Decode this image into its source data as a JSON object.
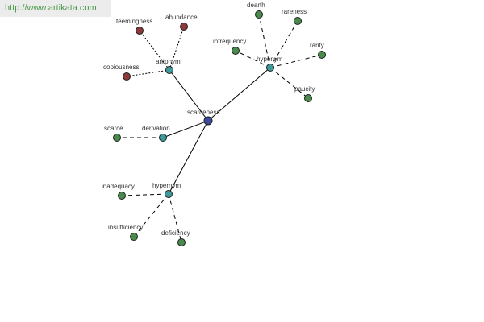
{
  "banner": {
    "url_text": "http://www.artikata.com"
  },
  "colors": {
    "center": "#3d4a9a",
    "relation": "#3e9a9a",
    "synonym": "#4a8a4a",
    "antonym_word": "#8a3a3a",
    "banner_text": "#4a9a4a",
    "banner_bg": "#ececec"
  },
  "graph": {
    "nodes": [
      {
        "id": "scarceness",
        "label": "scarceness",
        "kind": "center"
      },
      {
        "id": "antonym",
        "label": "antonym",
        "kind": "relation"
      },
      {
        "id": "hyponym",
        "label": "hyponym",
        "kind": "relation"
      },
      {
        "id": "derivation",
        "label": "derivation",
        "kind": "relation"
      },
      {
        "id": "hypernym",
        "label": "hypernym",
        "kind": "relation"
      },
      {
        "id": "teemingness",
        "label": "teemingness",
        "kind": "antonym_word"
      },
      {
        "id": "abundance",
        "label": "abundance",
        "kind": "antonym_word"
      },
      {
        "id": "copiousness",
        "label": "copiousness",
        "kind": "antonym_word"
      },
      {
        "id": "dearth",
        "label": "dearth",
        "kind": "synonym"
      },
      {
        "id": "rareness",
        "label": "rareness",
        "kind": "synonym"
      },
      {
        "id": "infrequency",
        "label": "infrequency",
        "kind": "synonym"
      },
      {
        "id": "rarity",
        "label": "rarity",
        "kind": "synonym"
      },
      {
        "id": "paucity",
        "label": "paucity",
        "kind": "synonym"
      },
      {
        "id": "scarce",
        "label": "scarce",
        "kind": "synonym"
      },
      {
        "id": "inadequacy",
        "label": "inadequacy",
        "kind": "synonym"
      },
      {
        "id": "insufficiency",
        "label": "insufficiency",
        "kind": "synonym"
      },
      {
        "id": "deficiency",
        "label": "deficiency",
        "kind": "synonym"
      }
    ],
    "edges": [
      {
        "from": "scarceness",
        "to": "antonym",
        "style": "solid"
      },
      {
        "from": "scarceness",
        "to": "hyponym",
        "style": "solid"
      },
      {
        "from": "scarceness",
        "to": "derivation",
        "style": "solid"
      },
      {
        "from": "scarceness",
        "to": "hypernym",
        "style": "solid"
      },
      {
        "from": "antonym",
        "to": "teemingness",
        "style": "dashed-thin"
      },
      {
        "from": "antonym",
        "to": "abundance",
        "style": "dashed-thin"
      },
      {
        "from": "antonym",
        "to": "copiousness",
        "style": "dashed-thin"
      },
      {
        "from": "hyponym",
        "to": "dearth",
        "style": "dashed"
      },
      {
        "from": "hyponym",
        "to": "rareness",
        "style": "dashed"
      },
      {
        "from": "hyponym",
        "to": "infrequency",
        "style": "dashed"
      },
      {
        "from": "hyponym",
        "to": "rarity",
        "style": "dashed"
      },
      {
        "from": "hyponym",
        "to": "paucity",
        "style": "dashed"
      },
      {
        "from": "derivation",
        "to": "scarce",
        "style": "dashed"
      },
      {
        "from": "hypernym",
        "to": "inadequacy",
        "style": "dashed"
      },
      {
        "from": "hypernym",
        "to": "insufficiency",
        "style": "dashed"
      },
      {
        "from": "hypernym",
        "to": "deficiency",
        "style": "dashed"
      }
    ]
  }
}
